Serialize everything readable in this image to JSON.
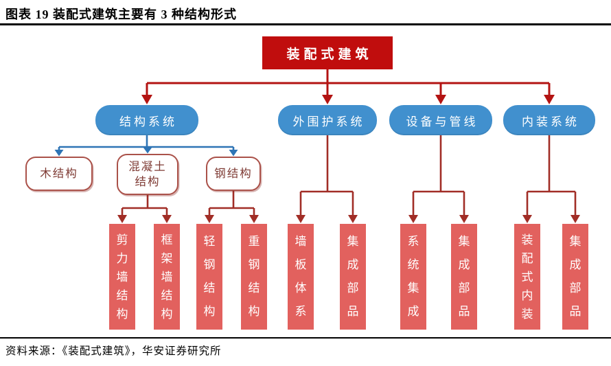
{
  "figure": {
    "title": "图表 19  装配式建筑主要有 3 种结构形式",
    "source": "资料来源：《装配式建筑》，华安证券研究所"
  },
  "tree": {
    "root": "装配式建筑",
    "systems": [
      "结构系统",
      "外围护系统",
      "设备与管线",
      "内装系统"
    ],
    "types": [
      "木结构",
      "混凝土结构",
      "钢结构"
    ],
    "leaves": [
      "剪力墙结构",
      "框架墙结构",
      "轻钢结构",
      "重钢结构",
      "墙板体系",
      "集成部品",
      "系统集成",
      "集成部品",
      "装配式内装",
      "集成部品"
    ]
  },
  "colors": {
    "root-red": "#c00d0d",
    "line-red": "#b31312",
    "line-maroon": "#a12d26",
    "blue-fill": "#4190ce",
    "blue-line": "#2e74b5",
    "leaf-fill": "#e2615e",
    "node-border": "#aa5149",
    "node-text": "#7e3a33"
  }
}
